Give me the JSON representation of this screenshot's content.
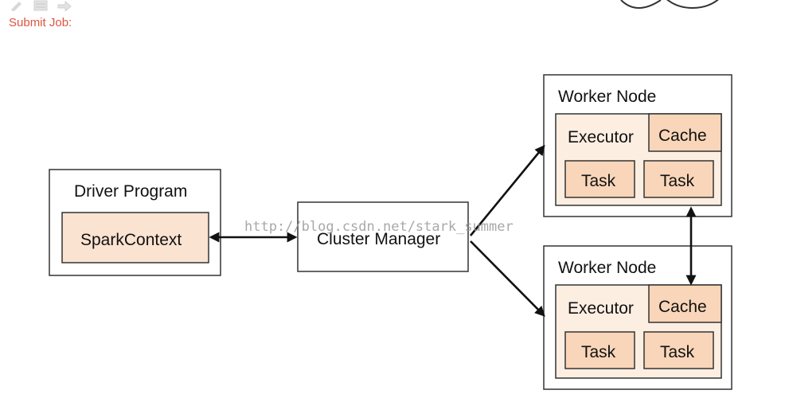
{
  "page": {
    "submit_label": "Submit Job:",
    "toolbar_icons": [
      "pencil-icon",
      "list-icon",
      "share-arrow-icon"
    ]
  },
  "diagram": {
    "driver": {
      "title": "Driver Program",
      "context": "SparkContext"
    },
    "cluster_manager": "Cluster Manager",
    "workers": [
      {
        "title": "Worker Node",
        "executor": "Executor",
        "cache": "Cache",
        "tasks": [
          "Task",
          "Task"
        ]
      },
      {
        "title": "Worker Node",
        "executor": "Executor",
        "cache": "Cache",
        "tasks": [
          "Task",
          "Task"
        ]
      }
    ],
    "watermark": "http://blog.csdn.net/stark_summer"
  },
  "colors": {
    "submit_text": "#e0533f",
    "context_fill": "#fbe3d1",
    "task_fill": "#f9d6b9",
    "executor_fill": "#fdeee2"
  }
}
